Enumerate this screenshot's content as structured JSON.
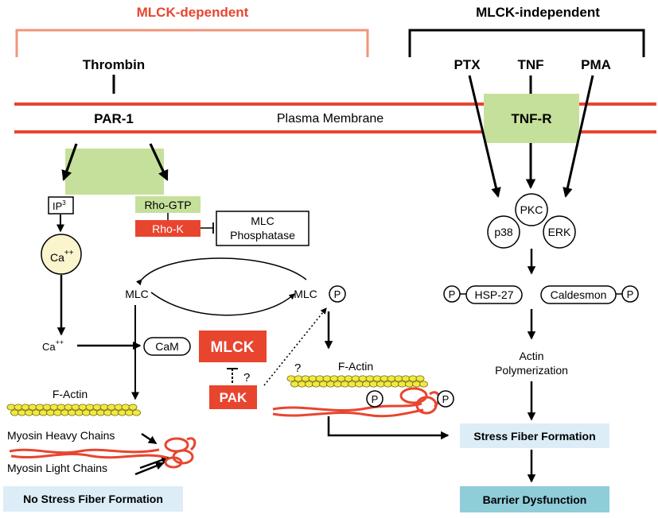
{
  "colors": {
    "membrane": "#e8452f",
    "red": "#e8452f",
    "green": "#c5e09a",
    "ca_fill": "#fbf5cd",
    "actin": "#f3e93e",
    "actin_stroke": "#6f6a10",
    "light_blue": "#dcedf7",
    "teal": "#8fcdd9",
    "salmon_bracket": "#f0957a"
  },
  "headers": {
    "dependent": "MLCK-dependent",
    "independent": "MLCK-independent"
  },
  "membrane": {
    "label": "Plasma Membrane"
  },
  "left": {
    "thrombin": "Thrombin",
    "par1": "PAR-1",
    "ip3": "IP",
    "ip3_sup": "3",
    "rho_gtp": "Rho-GTP",
    "rho_k": "Rho-K",
    "mlc_phosphatase_1": "MLC",
    "mlc_phosphatase_2": "Phosphatase",
    "ca_circle": "Ca",
    "ca_circle_sup": "++",
    "ca_free": "Ca",
    "ca_free_sup": "++",
    "cam": "CaM",
    "mlck": "MLCK",
    "pak": "PAK",
    "question": "?",
    "mlc": "MLC",
    "mlc_p": "MLC",
    "p": "P",
    "f_actin": "F-Actin",
    "myosin_heavy": "Myosin Heavy Chains",
    "myosin_light": "Myosin Light Chains",
    "no_stress": "No Stress Fiber Formation"
  },
  "middle": {
    "question": "?",
    "f_actin": "F-Actin"
  },
  "right": {
    "ptx": "PTX",
    "tnf": "TNF",
    "pma": "PMA",
    "tnfr": "TNF-R",
    "pkc": "PKC",
    "p38": "p38",
    "erk": "ERK",
    "hsp27": "HSP-27",
    "caldesmon": "Caldesmon",
    "actin_poly_1": "Actin",
    "actin_poly_2": "Polymerization",
    "stress_fiber": "Stress Fiber Formation",
    "barrier": "Barrier Dysfunction"
  }
}
